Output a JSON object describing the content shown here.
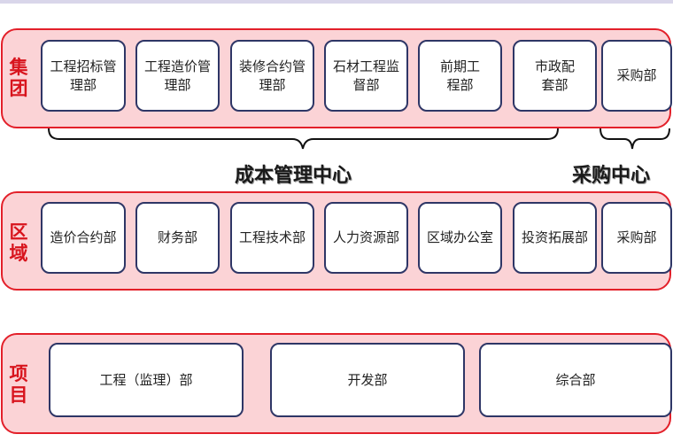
{
  "tiers": {
    "group": {
      "label": "集团",
      "departments": [
        "工程招标管理部",
        "工程造价管理部",
        "装修合约管理部",
        "石材工程监督部",
        "前期工程部",
        "市政配套部",
        "采购部"
      ]
    },
    "region": {
      "label": "区域",
      "departments": [
        "造价合约部",
        "财务部",
        "工程技术部",
        "人力资源部",
        "区域办公室",
        "投资拓展部",
        "采购部"
      ]
    },
    "project": {
      "label": "项目",
      "departments": [
        "工程（监理）部",
        "开发部",
        "综合部"
      ]
    }
  },
  "centers": {
    "cost": "成本管理中心",
    "purchasing": "采购中心"
  },
  "colors": {
    "band_fill": "#fbd3d6",
    "band_border": "#e3202a",
    "label_red": "#d8141d",
    "card_border": "#2e3666"
  }
}
